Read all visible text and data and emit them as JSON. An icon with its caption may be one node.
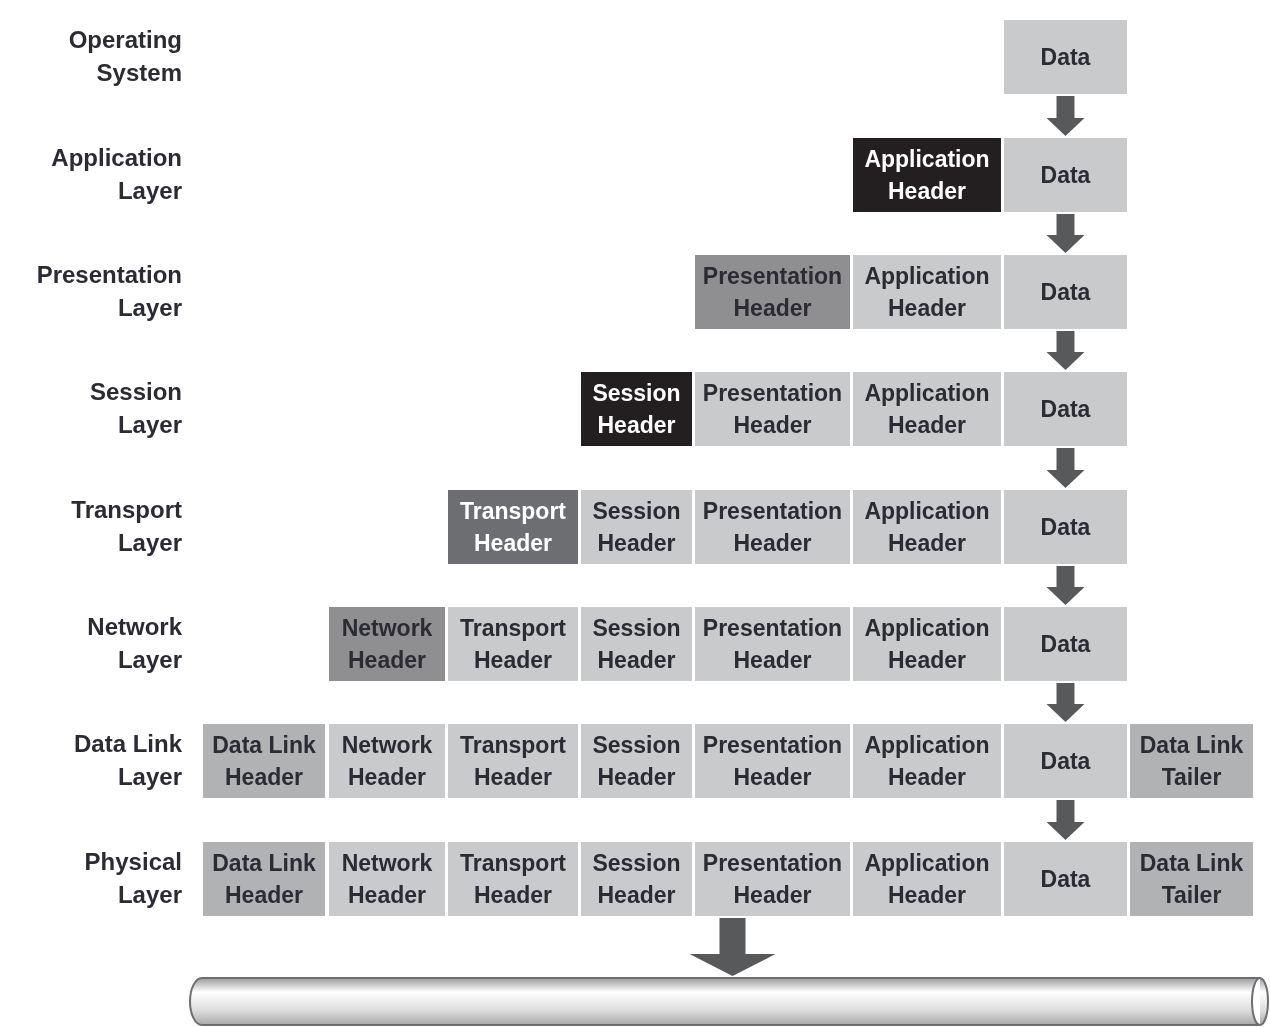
{
  "diagram": {
    "nodes": [
      {
        "text": [
          "Data"
        ]
      },
      {
        "text": [
          "Application Header"
        ]
      },
      {
        "text": [
          "Data"
        ]
      },
      {
        "text": [
          "Presentation Header"
        ]
      },
      {
        "text": [
          "Application Header"
        ]
      },
      {
        "text": [
          "Data"
        ]
      },
      {
        "text": [
          "Session Header"
        ]
      },
      {
        "text": [
          "Presentation Header"
        ]
      },
      {
        "text": [
          "Application Header"
        ]
      },
      {
        "text": [
          "Data"
        ]
      },
      {
        "text": [
          "Transport Header"
        ]
      },
      {
        "text": [
          "Session Header"
        ]
      },
      {
        "text": [
          "Presentation Header"
        ]
      },
      {
        "text": [
          "Application Header"
        ]
      },
      {
        "text": [
          "Data"
        ]
      },
      {
        "text": [
          "Network Header"
        ]
      },
      {
        "text": [
          "Transport Header"
        ]
      },
      {
        "text": [
          "Session Header"
        ]
      },
      {
        "text": [
          "Presentation Header"
        ]
      },
      {
        "text": [
          "Application Header"
        ]
      },
      {
        "text": [
          "Data"
        ]
      },
      {
        "text": [
          "Data Link Header"
        ]
      },
      {
        "text": [
          "Network Header"
        ]
      },
      {
        "text": [
          "Transport Header"
        ]
      },
      {
        "text": [
          "Session Header"
        ]
      },
      {
        "text": [
          "Presentation Header"
        ]
      },
      {
        "text": [
          "Application Header"
        ]
      },
      {
        "text": [
          "Data"
        ]
      },
      {
        "text": [
          "Data Link Tailer"
        ]
      },
      {
        "text": [
          "Data Link Header"
        ]
      },
      {
        "text": [
          "Network Header"
        ]
      },
      {
        "text": [
          "Transport Header"
        ]
      },
      {
        "text": [
          "Session Header"
        ]
      },
      {
        "text": [
          "Presentation Header"
        ]
      },
      {
        "text": [
          "Application Header"
        ]
      },
      {
        "text": [
          "Data"
        ]
      },
      {
        "text": [
          "Data Link Tailer"
        ]
      },
      {
        "text": [],
        "shape": "cylinder"
      }
    ],
    "edges": [
      {
        "from": 0,
        "to": 2,
        "arrow": "to"
      },
      {
        "from": 2,
        "to": 5,
        "arrow": "to"
      },
      {
        "from": 5,
        "to": 9,
        "arrow": "to"
      },
      {
        "from": 9,
        "to": 14,
        "arrow": "to"
      },
      {
        "from": 14,
        "to": 20,
        "arrow": "to"
      },
      {
        "from": 20,
        "to": 27,
        "arrow": "to"
      },
      {
        "from": 27,
        "to": 35,
        "arrow": "to"
      },
      {
        "from": 33,
        "to": 37,
        "arrow": "to"
      }
    ],
    "labels": [
      "Operating System",
      "Application Layer",
      "Presentation Layer",
      "Session Layer",
      "Transport Layer",
      "Network Layer",
      "Data Link Layer",
      "Physical Layer"
    ]
  }
}
